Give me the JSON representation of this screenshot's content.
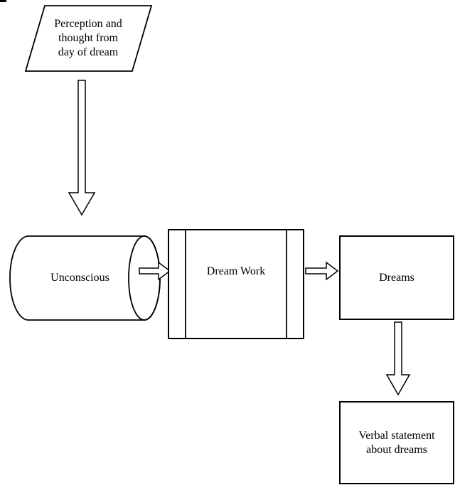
{
  "colors": {
    "background": "#ffffff",
    "stroke": "#000000",
    "shape_fill": "#ffffff"
  },
  "nodes": {
    "perception": {
      "shape": "parallelogram",
      "label": "Perception and thought from day of dream"
    },
    "unconscious": {
      "shape": "horizontal-cylinder",
      "label": "Unconscious"
    },
    "dream_work": {
      "shape": "process-with-side-bars",
      "label": "Dream Work"
    },
    "dreams": {
      "shape": "rectangle",
      "label": "Dreams"
    },
    "verbal_statement": {
      "shape": "rectangle",
      "label": "Verbal statement about dreams"
    }
  },
  "connectors": [
    {
      "from": "perception",
      "to": "unconscious",
      "style": "outlined-block-arrow",
      "direction": "down"
    },
    {
      "from": "unconscious",
      "to": "dream_work",
      "style": "outlined-block-arrow",
      "direction": "right"
    },
    {
      "from": "dream_work",
      "to": "dreams",
      "style": "outlined-block-arrow",
      "direction": "right"
    },
    {
      "from": "dreams",
      "to": "verbal_statement",
      "style": "outlined-block-arrow",
      "direction": "down"
    }
  ]
}
